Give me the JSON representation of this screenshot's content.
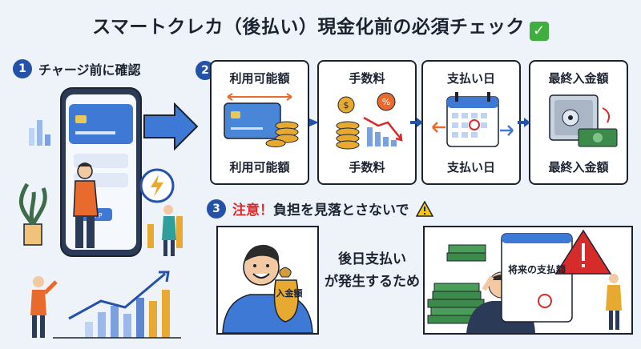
{
  "title": "スマートクレカ（後払い）現金化前の必須チェック",
  "title_check_icon": "check-mark-icon",
  "step1": {
    "num": "1",
    "label": "チャージ前に確認",
    "app_label": "APP"
  },
  "step2": {
    "num": "2",
    "cards": [
      {
        "top": "利用可能額",
        "bottom": "利用可能額",
        "icon": "credit-card-coins-icon"
      },
      {
        "top": "手数料",
        "bottom": "手数料",
        "icon": "coins-percent-chart-icon"
      },
      {
        "top": "支払い日",
        "bottom": "支払い日",
        "icon": "calendar-icon"
      },
      {
        "top": "最終入金額",
        "bottom": "最終入金額",
        "icon": "safe-cash-icon"
      }
    ]
  },
  "step3": {
    "num": "3",
    "label_red": "注意！",
    "label": "負担を見落とさないで",
    "bag_label": "入金額",
    "late_line1": "後日支払い",
    "late_line2": "が発生するため",
    "calendar_label": "将来の支払額"
  },
  "colors": {
    "accent": "#2452a8",
    "warning": "#d52b2b",
    "money": "#3d8b4a",
    "gold": "#e7a92f"
  }
}
